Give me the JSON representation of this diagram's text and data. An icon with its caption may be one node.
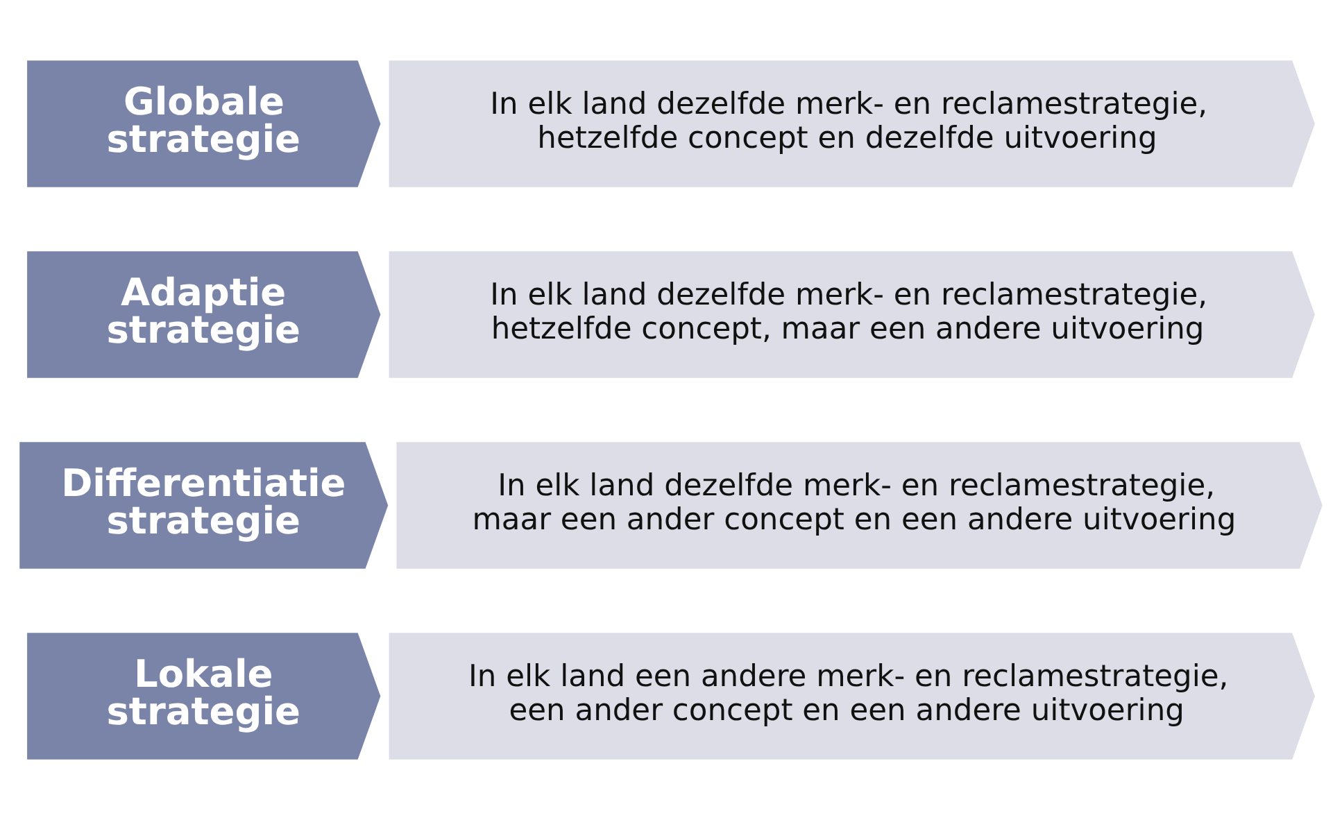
{
  "diagram": {
    "nodes": [
      {
        "text": [
          "Globale strategie"
        ]
      },
      {
        "text": [
          "In elk land dezelfde merk- en reclamestrategie, hetzelfde concept en dezelfde uitvoering"
        ]
      },
      {
        "text": [
          "Adaptie strategie"
        ]
      },
      {
        "text": [
          "In elk land dezelfde merk- en reclamestrategie, hetzelfde concept, maar een andere uitvoering"
        ]
      },
      {
        "text": [
          "Differentiatie strategie"
        ]
      },
      {
        "text": [
          "In elk land dezelfde merk- en reclamestrategie, maar een ander concept en een andere uitvoering"
        ]
      },
      {
        "text": [
          "Lokale strategie"
        ]
      },
      {
        "text": [
          "In elk land een andere merk- en reclamestrategie, een ander concept en een andere uitvoering"
        ]
      }
    ],
    "edges": []
  }
}
